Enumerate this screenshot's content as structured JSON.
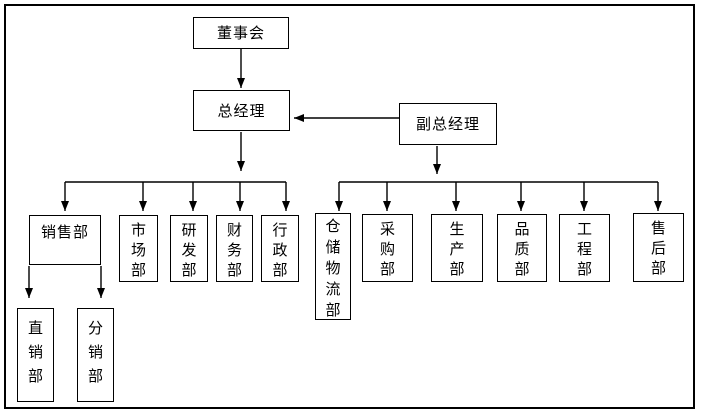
{
  "diagram": {
    "type": "org-chart",
    "colors": {
      "background": "#ffffff",
      "line": "#000000",
      "box_border": "#000000",
      "text": "#000000"
    },
    "nodes": {
      "board": {
        "label": "董事会"
      },
      "general_manager": {
        "label": "总经理"
      },
      "deputy_general_manager": {
        "label": "副总经理"
      },
      "sales_dept": {
        "label": "销售部"
      },
      "marketing_dept": {
        "label": "市场部"
      },
      "rnd_dept": {
        "label": "研发部"
      },
      "finance_dept": {
        "label": "财务部"
      },
      "admin_dept": {
        "label": "行政部"
      },
      "warehouse_logistics_dept": {
        "label": "仓储物流部"
      },
      "purchasing_dept": {
        "label": "采购部"
      },
      "production_dept": {
        "label": "生产部"
      },
      "quality_dept": {
        "label": "品质部"
      },
      "engineering_dept": {
        "label": "工程部"
      },
      "after_sales_dept": {
        "label": "售后部"
      },
      "direct_sales_dept": {
        "label": "直销部"
      },
      "distribution_dept": {
        "label": "分销部"
      }
    },
    "edges": [
      "board -> general_manager",
      "deputy_general_manager -> general_manager",
      "general_manager -> sales_dept",
      "general_manager -> marketing_dept",
      "general_manager -> rnd_dept",
      "general_manager -> finance_dept",
      "general_manager -> admin_dept",
      "deputy_general_manager -> warehouse_logistics_dept",
      "deputy_general_manager -> purchasing_dept",
      "deputy_general_manager -> production_dept",
      "deputy_general_manager -> quality_dept",
      "deputy_general_manager -> engineering_dept",
      "deputy_general_manager -> after_sales_dept",
      "sales_dept -> direct_sales_dept",
      "sales_dept -> distribution_dept"
    ]
  }
}
